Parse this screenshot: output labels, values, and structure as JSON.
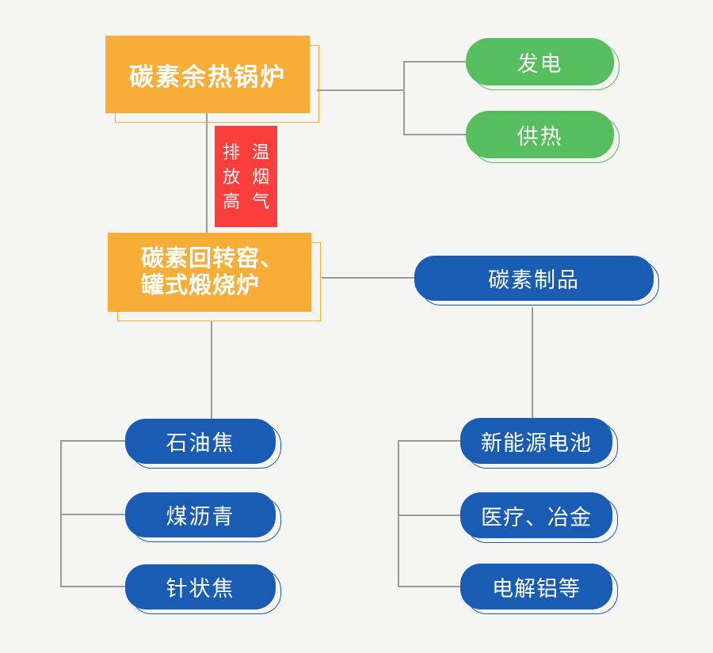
{
  "diagram": {
    "background_color": "#f5f5f4",
    "connector_color": "#9b9b9b",
    "colors": {
      "orange_node": "#f9ad39",
      "green_node": "#56be5e",
      "blue_node": "#1a5cb3",
      "red_label": "#fa3f3c",
      "node_text": "#ffffff"
    },
    "nodes": {
      "boiler": {
        "label": "碳素余热锅炉"
      },
      "power": {
        "label": "发电"
      },
      "heating": {
        "label": "供热"
      },
      "flue_gas": {
        "columns": [
          "排放高",
          "温烟气"
        ]
      },
      "kiln": {
        "line1": "碳素回转窑、",
        "line2": "罐式煅烧炉"
      },
      "products": {
        "label": "碳素制品"
      },
      "inputs": [
        {
          "label": "石油焦"
        },
        {
          "label": "煤沥青"
        },
        {
          "label": "针状焦"
        }
      ],
      "applications": [
        {
          "label": "新能源电池"
        },
        {
          "label": "医疗、冶金"
        },
        {
          "label": "电解铝等"
        }
      ]
    }
  }
}
